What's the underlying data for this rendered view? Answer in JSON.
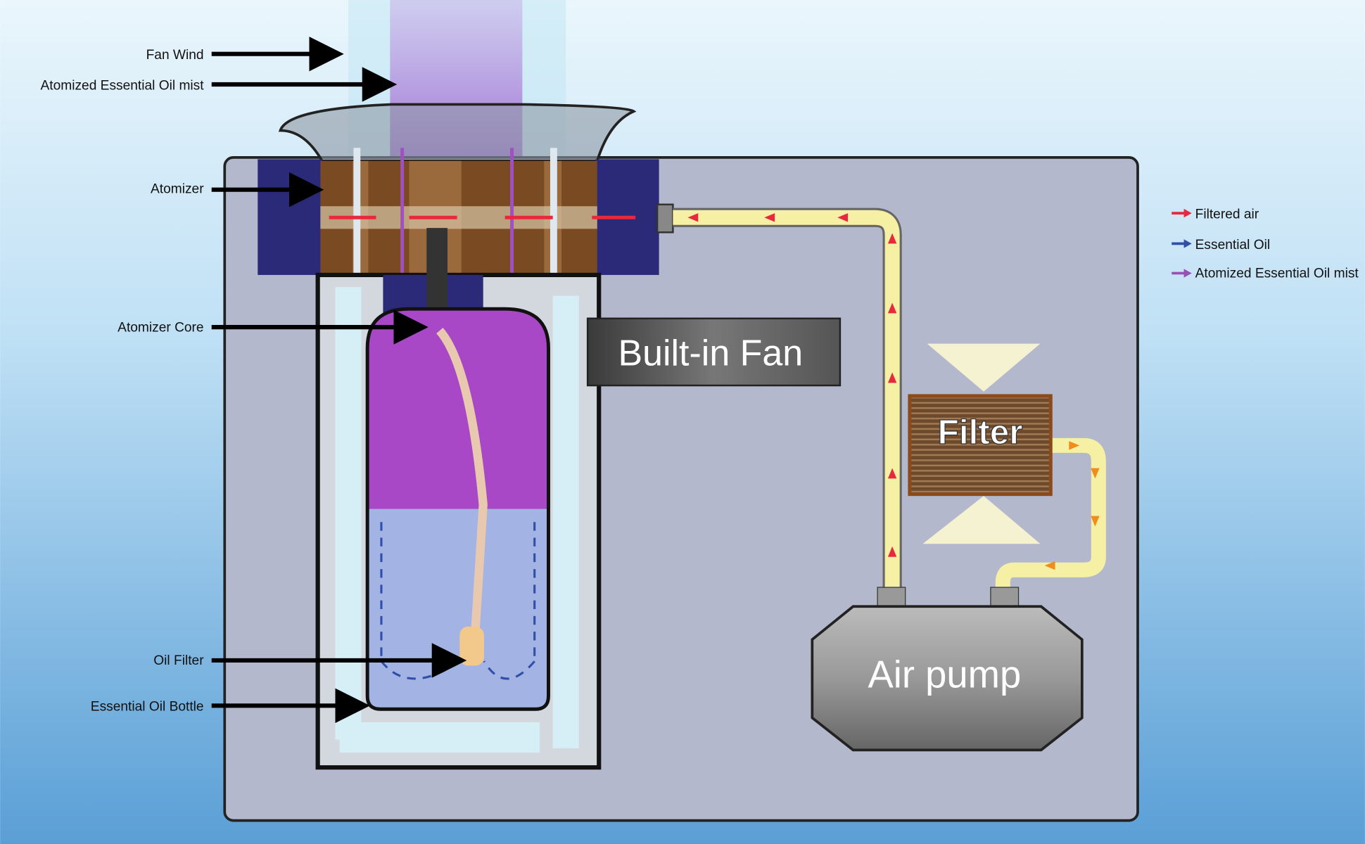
{
  "labels": {
    "fan_wind": "Fan Wind",
    "mist": "Atomized Essential Oil mist",
    "atomizer": "Atomizer",
    "atomizer_core": "Atomizer Core",
    "oil_filter": "Oil Filter",
    "bottle": "Essential Oil Bottle"
  },
  "components": {
    "fan": "Built-in Fan",
    "filter": "Filter",
    "pump": "Air pump"
  },
  "legend": [
    {
      "label": "Filtered air",
      "color": "#e8283c"
    },
    {
      "label": "Essential Oil",
      "color": "#2f4fa8"
    },
    {
      "label": "Atomized Essential Oil mist",
      "color": "#9a4fb5"
    }
  ],
  "colors": {
    "panel": "#b3b8cc",
    "navy": "#2a2a78",
    "atomizer": "#7a4a22",
    "pipe": "#f6f0a4",
    "mist": "#a54cc8",
    "oil": "#a3b3e3"
  }
}
